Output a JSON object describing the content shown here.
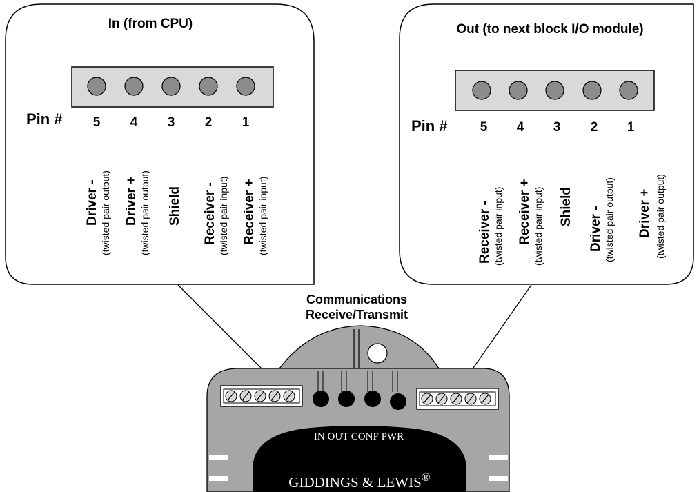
{
  "left_panel": {
    "title": "In (from CPU)",
    "pin_label": "Pin #",
    "pins": [
      {
        "number": "5",
        "name": "Driver -",
        "detail": "(twisted pair output)"
      },
      {
        "number": "4",
        "name": "Driver +",
        "detail": "(twisted pair output)"
      },
      {
        "number": "3",
        "name": "Shield",
        "detail": ""
      },
      {
        "number": "2",
        "name": "Receiver -",
        "detail": "(twisted pair input)"
      },
      {
        "number": "1",
        "name": "Receiver +",
        "detail": "(twisted pair input)"
      }
    ]
  },
  "right_panel": {
    "title": "Out (to next block I/O module)",
    "pin_label": "Pin #",
    "pins": [
      {
        "number": "5",
        "name": "Receiver -",
        "detail": "(twisted pair input)"
      },
      {
        "number": "4",
        "name": "Receiver +",
        "detail": "(twisted pair input)"
      },
      {
        "number": "3",
        "name": "Shield",
        "detail": ""
      },
      {
        "number": "2",
        "name": "Driver -",
        "detail": "(twisted pair output)"
      },
      {
        "number": "1",
        "name": "Driver +",
        "detail": "(twisted pair output)"
      }
    ]
  },
  "comms_label": {
    "line1": "Communications",
    "line2": "Receive/Transmit"
  },
  "device": {
    "led_labels": "IN OUT CONF PWR",
    "brand": "GIDDINGS & LEWIS",
    "brand_mark": "®"
  },
  "colors": {
    "panel_fill": "#ffffff",
    "connector_fill": "#d9d9d9",
    "pin_fill": "#8c8c8c",
    "device_fill": "#a6a6a6",
    "device_dark": "#000000"
  }
}
